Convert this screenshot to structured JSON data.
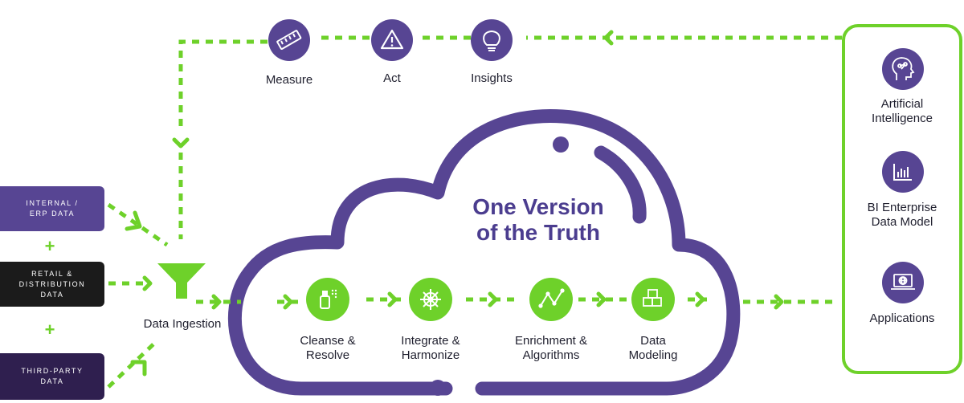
{
  "top_loop": {
    "measure": "Measure",
    "act": "Act",
    "insights": "Insights"
  },
  "sources": {
    "internal": "INTERNAL /\nERP DATA",
    "retail": "RETAIL &\nDISTRIBUTION\nDATA",
    "third_party": "THIRD-PARTY\nDATA",
    "plus_symbol": "+"
  },
  "ingestion": {
    "label": "Data Ingestion"
  },
  "cloud": {
    "title": "One Version\nof the Truth",
    "steps": [
      {
        "label": "Cleanse &\nResolve",
        "icon": "spray-bottle-icon"
      },
      {
        "label": "Integrate &\nHarmonize",
        "icon": "ship-wheel-icon"
      },
      {
        "label": "Enrichment &\nAlgorithms",
        "icon": "line-graph-icon"
      },
      {
        "label": "Data\nModeling",
        "icon": "cubes-icon"
      }
    ]
  },
  "outputs": [
    {
      "label": "Artificial\nIntelligence",
      "icon": "ai-head-icon"
    },
    {
      "label": "BI Enterprise\nData Model",
      "icon": "bar-chart-icon"
    },
    {
      "label": "Applications",
      "icon": "laptop-globe-icon"
    }
  ],
  "colors": {
    "purple": "#574593",
    "green": "#6ed12a",
    "dark": "#1b1b1b",
    "deep_purple": "#2f1f4f",
    "title": "#4b3d8f"
  }
}
